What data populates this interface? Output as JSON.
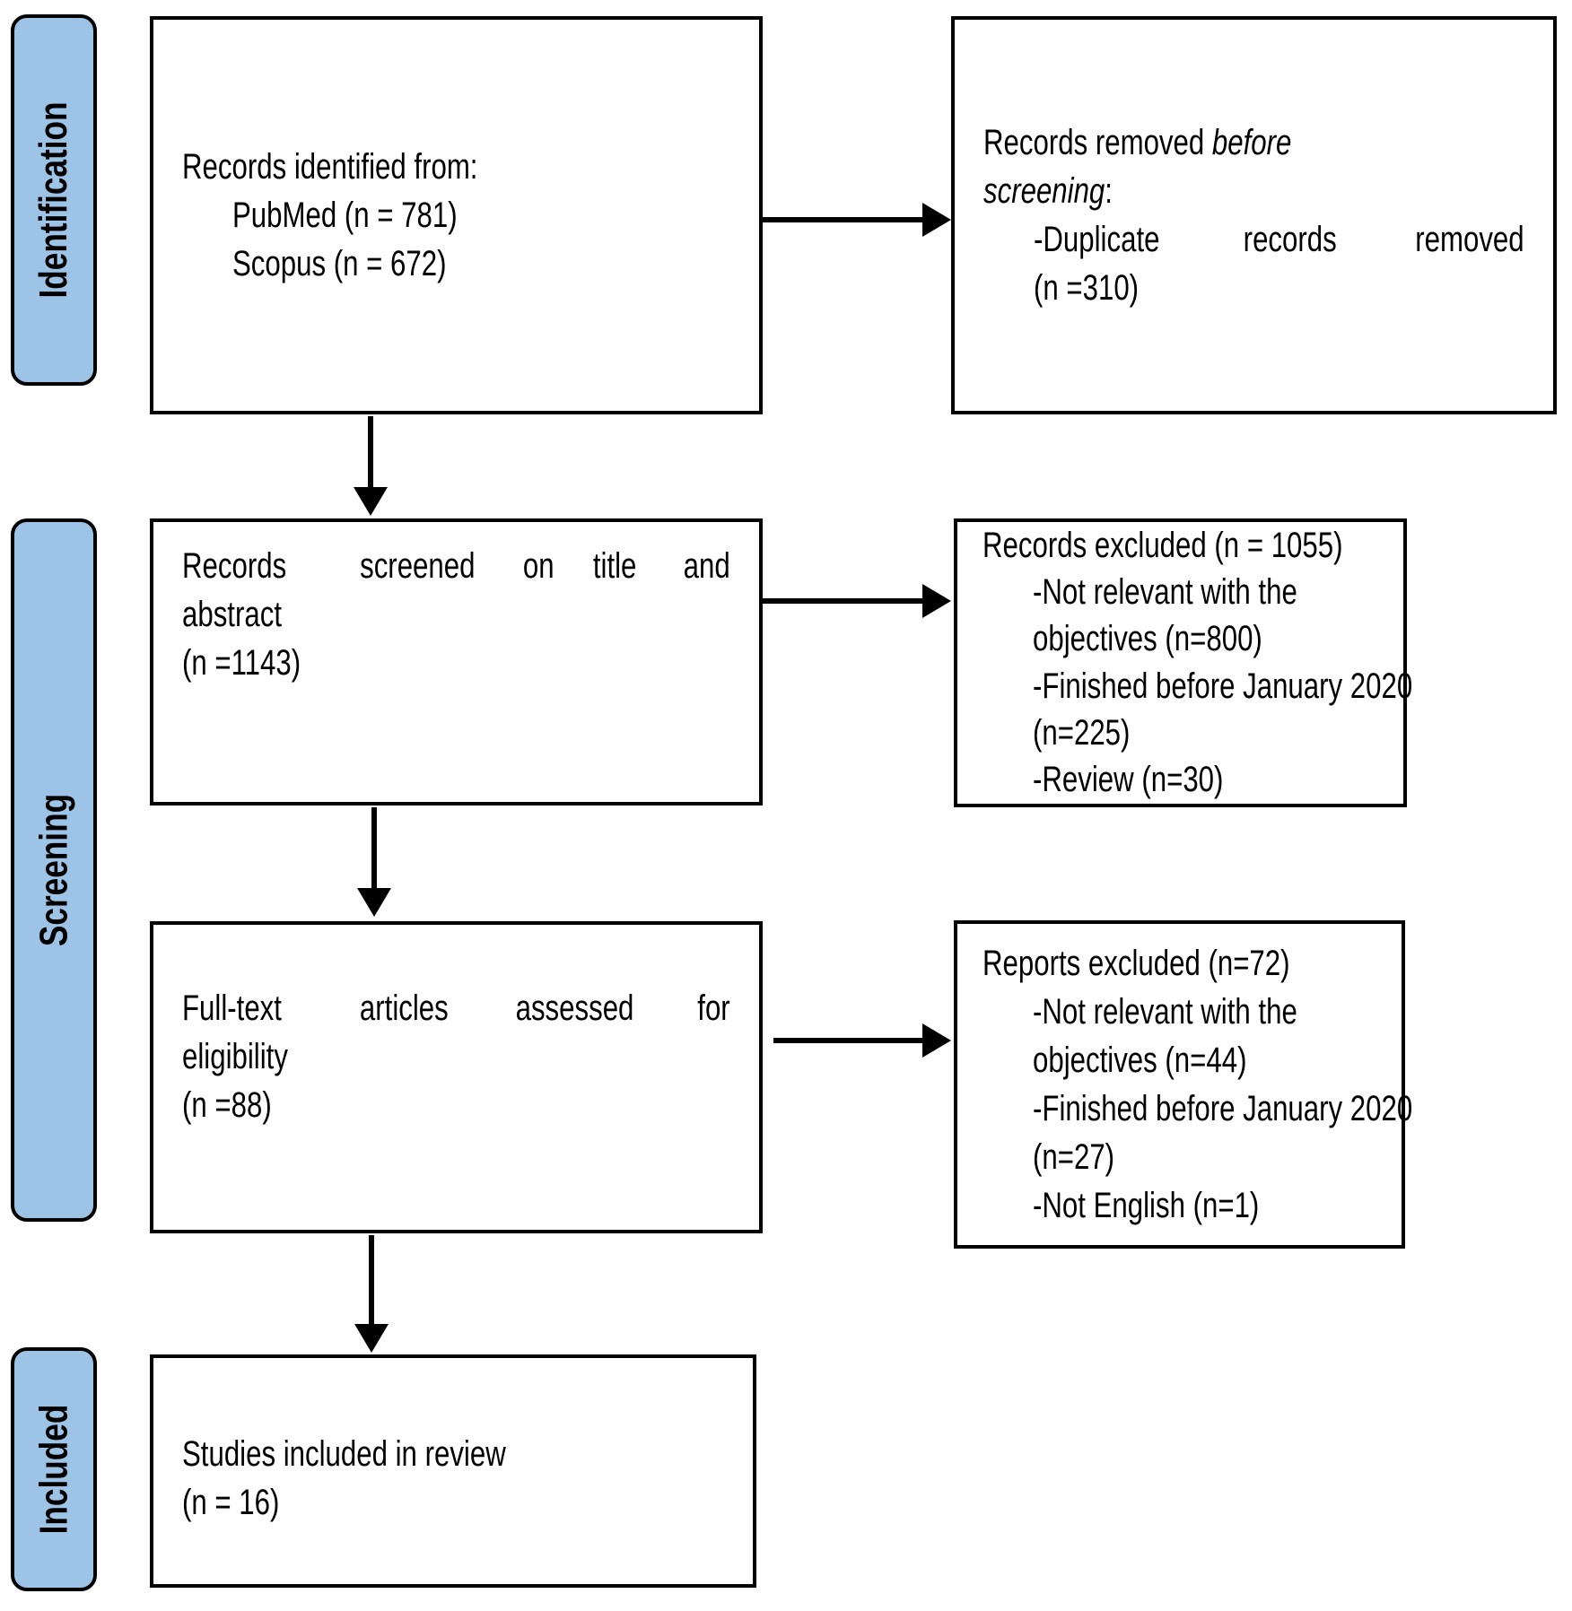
{
  "colors": {
    "stage_fill": "#9DC3E6",
    "stroke": "#000000",
    "box_fill": "#FFFFFF"
  },
  "stages": [
    {
      "label": "Identification"
    },
    {
      "label": "Screening"
    },
    {
      "label": "Included"
    }
  ],
  "boxes": {
    "identified": {
      "lines": [
        "Records identified from:",
        "PubMed (n = 781)",
        "Scopus (n = 672)"
      ]
    },
    "removed": {
      "line1_regular": "Records removed ",
      "line1_italic": "before",
      "line2_italic": "screening",
      "line2_regular": ":",
      "lines": [
        "-Duplicate records removed",
        "(n =310)"
      ]
    },
    "screened": {
      "lines": [
        "Records screened on title and",
        "abstract",
        "(n =1143)"
      ]
    },
    "records_excluded": {
      "lines": [
        "Records excluded (n = 1055)",
        "-Not relevant with the",
        "objectives (n=800)",
        "-Finished before January 2020",
        "(n=225)",
        "-Review (n=30)"
      ]
    },
    "fulltext": {
      "lines": [
        "Full-text articles assessed for",
        "eligibility",
        "(n =88)"
      ]
    },
    "reports_excluded": {
      "lines": [
        "Reports excluded (n=72)",
        "-Not relevant with the",
        "objectives (n=44)",
        "-Finished before January 2020",
        "(n=27)",
        "-Not English (n=1)"
      ]
    },
    "included": {
      "lines": [
        "Studies included in review",
        "(n = 16)"
      ]
    }
  }
}
